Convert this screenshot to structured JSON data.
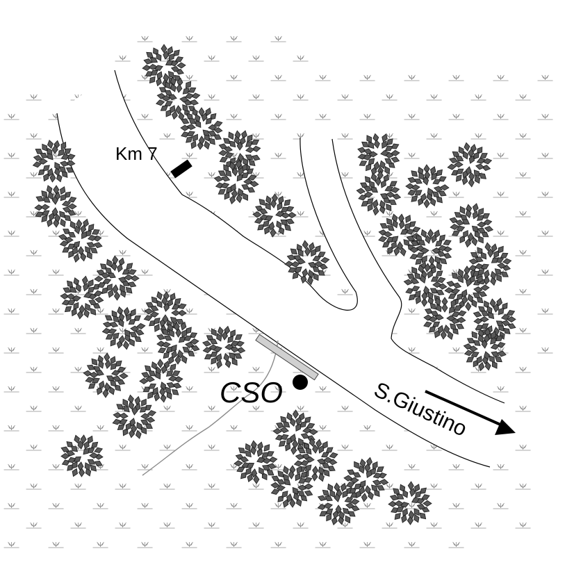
{
  "map": {
    "labels": {
      "km": "Km 7",
      "cso": "CSO",
      "direction": "S.Giustino"
    },
    "colors": {
      "road_edge": "#000000",
      "tree_fill": "#595959",
      "tree_outline": "#222222",
      "grass": "#8c8c8c",
      "stream": "#8a8a8a",
      "station_bar": "#d0d0d0",
      "background": "#ffffff"
    },
    "icons": {
      "km_marker": "milestone-marker-icon",
      "cso_station": "station-dot-icon",
      "direction": "arrow-right-icon"
    }
  }
}
